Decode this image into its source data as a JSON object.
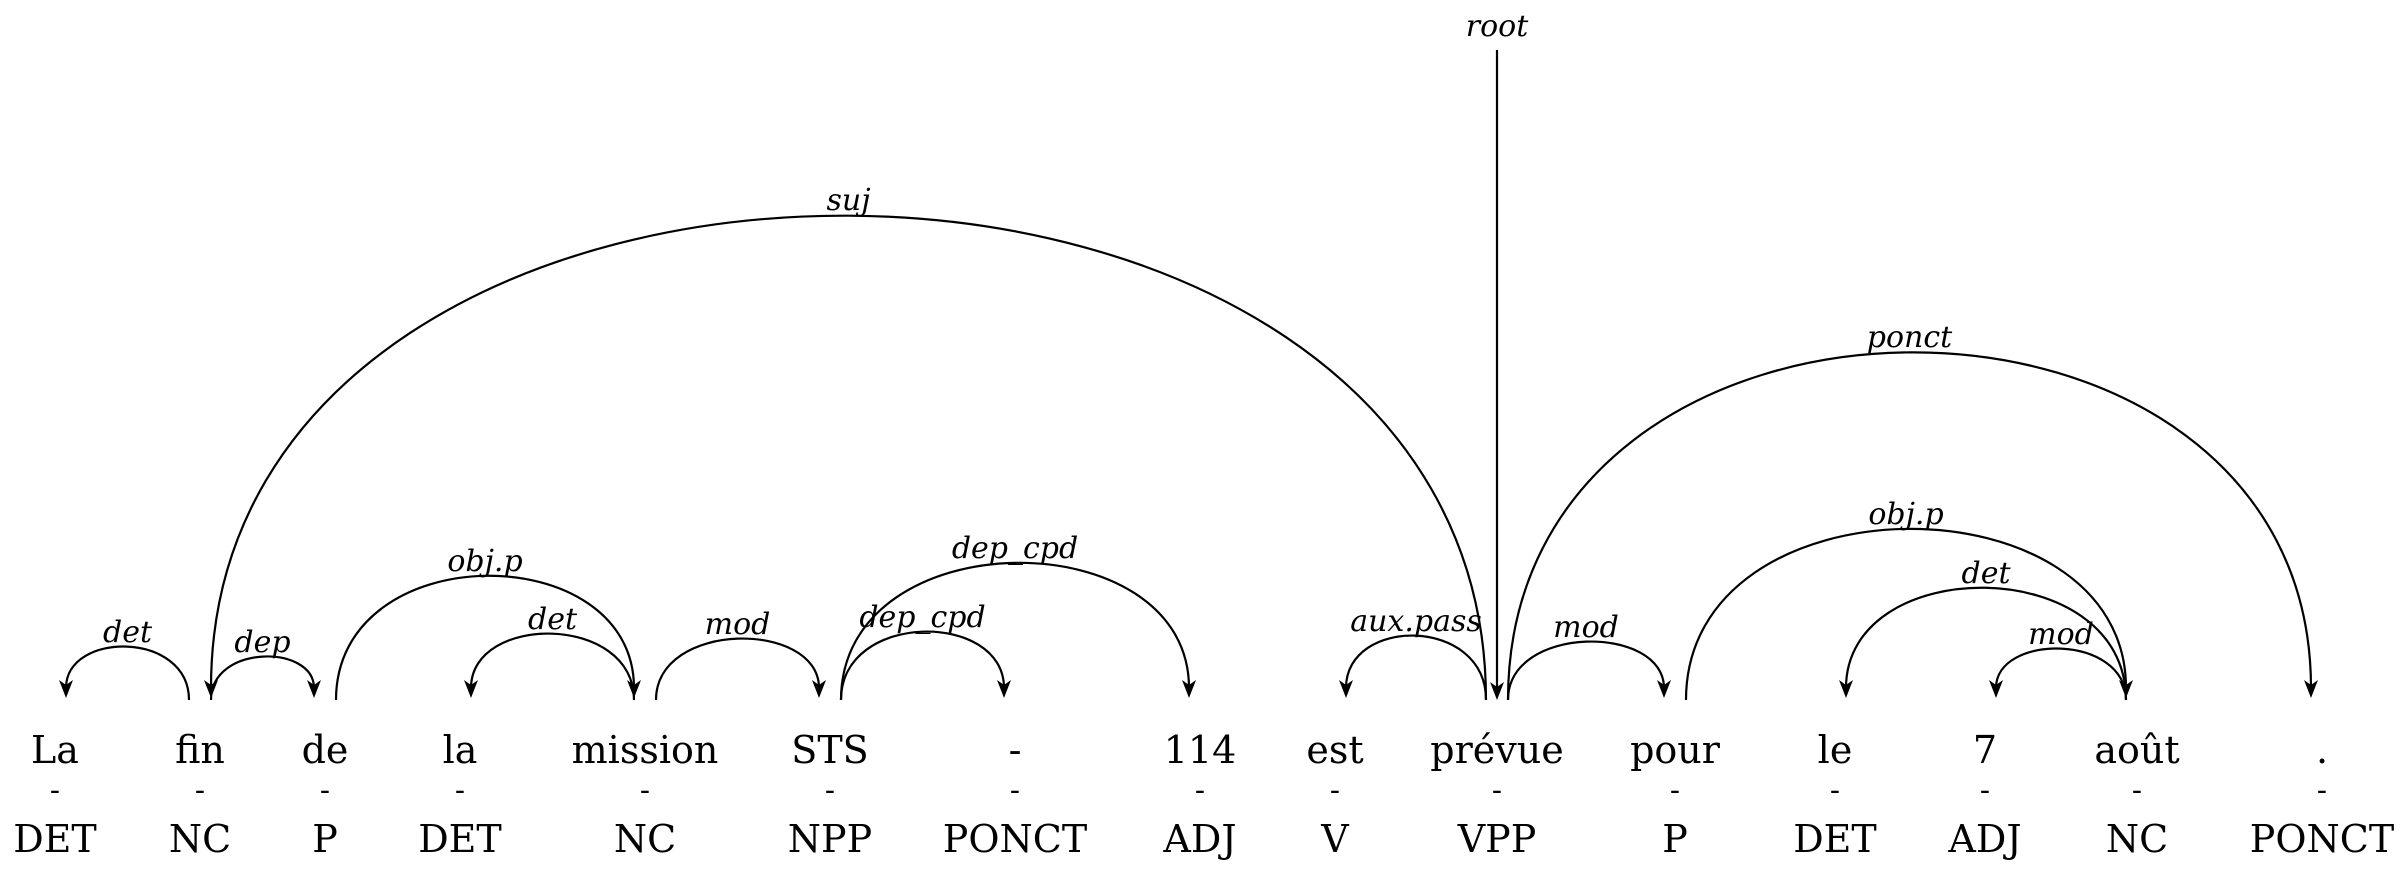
{
  "tokens": [
    {
      "word": "La",
      "lemma": "-",
      "pos": "DET"
    },
    {
      "word": "fin",
      "lemma": "-",
      "pos": "NC"
    },
    {
      "word": "de",
      "lemma": "-",
      "pos": "P"
    },
    {
      "word": "la",
      "lemma": "-",
      "pos": "DET"
    },
    {
      "word": "mission",
      "lemma": "-",
      "pos": "NC"
    },
    {
      "word": "STS",
      "lemma": "-",
      "pos": "NPP"
    },
    {
      "word": "-",
      "lemma": "-",
      "pos": "PONCT"
    },
    {
      "word": "114",
      "lemma": "-",
      "pos": "ADJ"
    },
    {
      "word": "est",
      "lemma": "-",
      "pos": "V"
    },
    {
      "word": "prévue",
      "lemma": "-",
      "pos": "VPP"
    },
    {
      "word": "pour",
      "lemma": "-",
      "pos": "P"
    },
    {
      "word": "le",
      "lemma": "-",
      "pos": "DET"
    },
    {
      "word": "7",
      "lemma": "-",
      "pos": "ADJ"
    },
    {
      "word": "août",
      "lemma": "-",
      "pos": "NC"
    },
    {
      "word": ".",
      "lemma": "-",
      "pos": "PONCT"
    }
  ],
  "root": {
    "label": "root",
    "token": 9
  },
  "arcs": [
    {
      "head": 1,
      "dep": 0,
      "label": "det"
    },
    {
      "head": 1,
      "dep": 2,
      "label": "dep"
    },
    {
      "head": 2,
      "dep": 4,
      "label": "obj.p"
    },
    {
      "head": 4,
      "dep": 3,
      "label": "det"
    },
    {
      "head": 4,
      "dep": 5,
      "label": "mod"
    },
    {
      "head": 5,
      "dep": 6,
      "label": "dep_cpd"
    },
    {
      "head": 5,
      "dep": 7,
      "label": "dep_cpd"
    },
    {
      "head": 9,
      "dep": 1,
      "label": "suj"
    },
    {
      "head": 9,
      "dep": 8,
      "label": "aux.pass"
    },
    {
      "head": 9,
      "dep": 10,
      "label": "mod"
    },
    {
      "head": 9,
      "dep": 14,
      "label": "ponct"
    },
    {
      "head": 10,
      "dep": 13,
      "label": "obj.p"
    },
    {
      "head": 13,
      "dep": 11,
      "label": "det"
    },
    {
      "head": 13,
      "dep": 12,
      "label": "mod"
    }
  ]
}
